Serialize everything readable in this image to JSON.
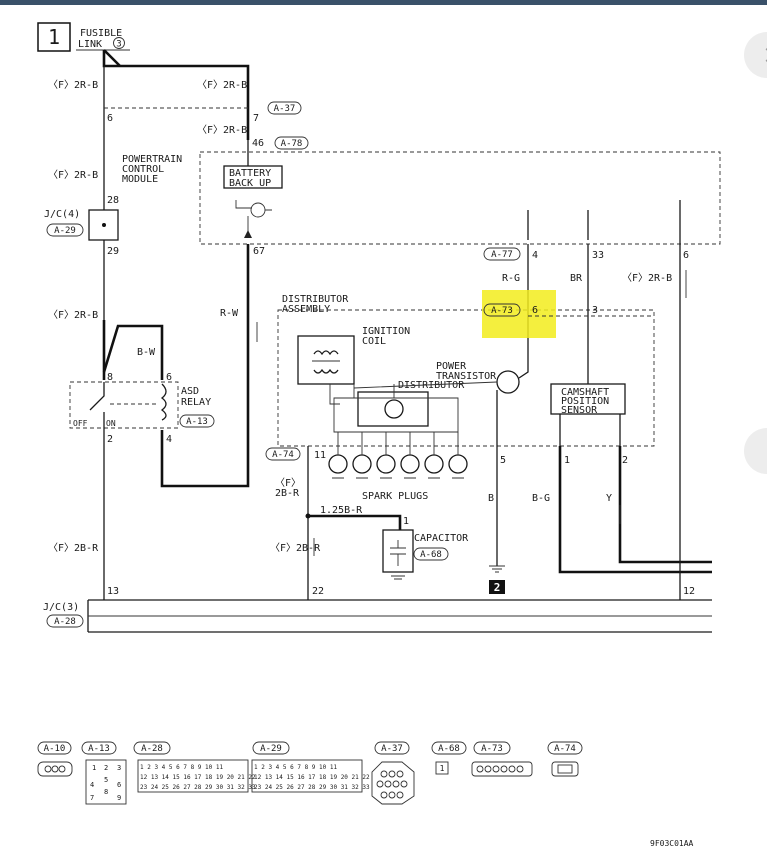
{
  "figure_number": "1",
  "fusible_link": {
    "line1": "FUSIBLE",
    "line2": "LINK",
    "num": "3"
  },
  "wire_labels": {
    "f2rb_1": "〈F〉2R-B",
    "f2rb_2": "〈F〉2R-B",
    "f2rb_3": "〈F〉2R-B",
    "f2rb_4": "〈F〉2R-B",
    "f2rb_5": "〈F〉2R-B",
    "f2rb_6": "〈F〉2R-B",
    "f2br_1": "〈F〉2B-R",
    "f2br_2": "〈F〉2B-R",
    "f2br_mid1": "〈F〉",
    "f2br_mid2": "2B-R",
    "rw": "R-W",
    "bw": "B-W",
    "rg": "R-G",
    "br": "BR",
    "b": "B",
    "bg": "B-G",
    "y": "Y",
    "w125": "1.25B-R"
  },
  "pins": {
    "p6a": "6",
    "p7": "7",
    "p46": "46",
    "p28": "28",
    "p29": "29",
    "p67": "67",
    "p4a": "4",
    "p33": "33",
    "p6b": "6",
    "p6c": "6",
    "p3": "3",
    "p8": "8",
    "p6d": "6",
    "p2a": "2",
    "p4b": "4",
    "p11": "11",
    "p5": "5",
    "p1a": "1",
    "p2b": "2",
    "p1cap": "1",
    "p13": "13",
    "p22": "22",
    "p12": "12"
  },
  "connectors": {
    "a37": "A-37",
    "a78": "A-78",
    "a29": "A-29",
    "a77": "A-77",
    "a73": "A-73",
    "a13": "A-13",
    "a74": "A-74",
    "a68": "A-68",
    "a28": "A-28"
  },
  "components": {
    "pcm": [
      "POWERTRAIN",
      "CONTROL",
      "MODULE"
    ],
    "battery_backup": [
      "BATTERY",
      "BACK UP"
    ],
    "jc4": "J/C(4)",
    "distributor_assembly": [
      "DISTRIBUTOR",
      "ASSEMBLY"
    ],
    "ignition_coil": [
      "IGNITION",
      "COIL"
    ],
    "power_transistor": [
      "POWER",
      "TRANSISTOR"
    ],
    "distributor": "DISTRIBUTOR",
    "camshaft_sensor": [
      "CAMSHAFT",
      "POSITION",
      "SENSOR"
    ],
    "asd_relay": [
      "ASD",
      "RELAY"
    ],
    "relay_off": "OFF",
    "relay_on": "ON",
    "spark_plugs": "SPARK PLUGS",
    "capacitor": "CAPACITOR",
    "ground_ref": "2",
    "jc3": "J/C(3)"
  },
  "legend": {
    "connectors": [
      "A-10",
      "A-13",
      "A-28",
      "A-29",
      "A-37",
      "A-68",
      "A-73",
      "A-74"
    ],
    "a13_pins": [
      "1",
      "2",
      "3",
      "4",
      "5",
      "6",
      "7",
      "8",
      "9"
    ],
    "a28_row1": [
      "1",
      "2",
      "3",
      "4",
      "5",
      "6",
      "7",
      "8",
      "9",
      "10",
      "11"
    ],
    "a28_row2": [
      "12",
      "13",
      "14",
      "15",
      "16",
      "17",
      "18",
      "19",
      "20",
      "21",
      "22"
    ],
    "a28_row3": [
      "23",
      "24",
      "25",
      "26",
      "27",
      "28",
      "29",
      "30",
      "31",
      "32",
      "33"
    ],
    "a68_pin": "1"
  },
  "figure_code": "9F03C01AA",
  "colors": {
    "highlight": "#f2ec1c",
    "ink": "#1a1a1a",
    "topbar": "#3a5169",
    "scroll_button": "#ededed"
  }
}
